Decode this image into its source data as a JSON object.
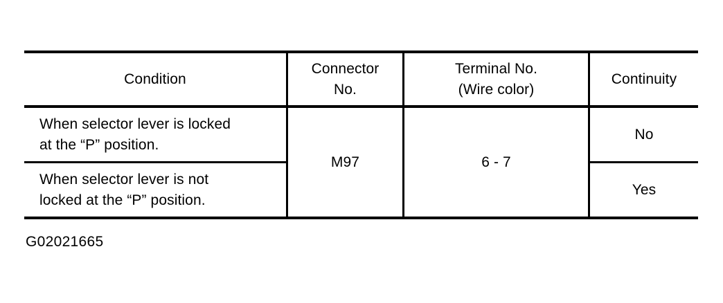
{
  "table": {
    "headers": [
      {
        "name": "condition",
        "label": "Condition"
      },
      {
        "name": "connector",
        "label": "Connector\nNo.",
        "line1": "Connector",
        "line2": "No."
      },
      {
        "name": "terminal",
        "label": "Terminal No.\n(Wire color)",
        "line1": "Terminal No.",
        "line2": "(Wire color)"
      },
      {
        "name": "continuity",
        "label": "Continuity"
      }
    ],
    "rows": [
      {
        "condition_line1": "When selector lever is locked",
        "condition_line2": "at the “P” position.",
        "connector_no": "M97",
        "terminal_no": "6 - 7",
        "continuity": "No"
      },
      {
        "condition_line1": "When selector lever is not",
        "condition_line2": "locked at the “P” position.",
        "connector_no": "M97",
        "terminal_no": "6 - 7",
        "continuity": "Yes"
      }
    ]
  },
  "caption": {
    "text": "G02021665"
  },
  "colors": {
    "ink": "#000000",
    "page": "#ffffff"
  }
}
